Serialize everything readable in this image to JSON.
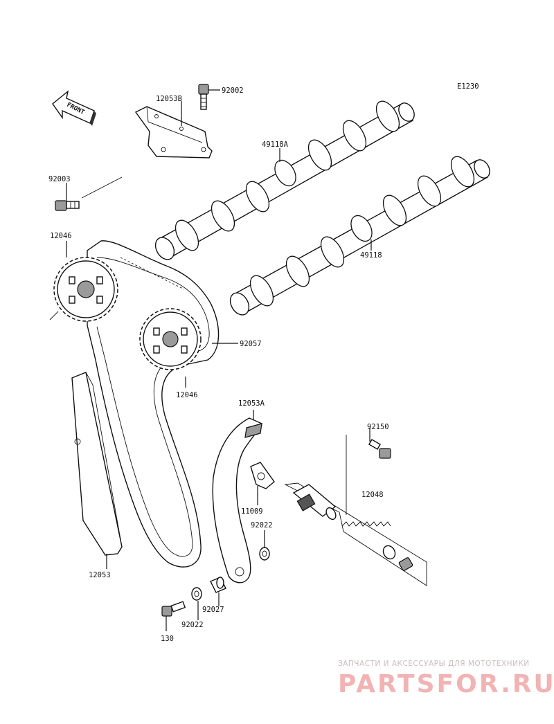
{
  "diagram": {
    "code": "E1230",
    "front_label": "FRONT",
    "part_labels": {
      "p92002": "92002",
      "p12053b": "12053B",
      "p49118a": "49118A",
      "p92003": "92003",
      "p12046_top": "12046",
      "p49118": "49118",
      "p92057": "92057",
      "p12046_bottom": "12046",
      "p12053a": "12053A",
      "p92150": "92150",
      "p12048": "12048",
      "p11009": "11009",
      "p92022_right": "92022",
      "p12053": "12053",
      "p92027": "92027",
      "p92022_bottom": "92022",
      "p130": "130"
    }
  },
  "watermark": {
    "tagline": "ЗАПЧАСТИ И АКСЕССУАРЫ ДЛЯ МОТОТЕХНИКИ",
    "brand": "PARTSFOR.RU"
  }
}
